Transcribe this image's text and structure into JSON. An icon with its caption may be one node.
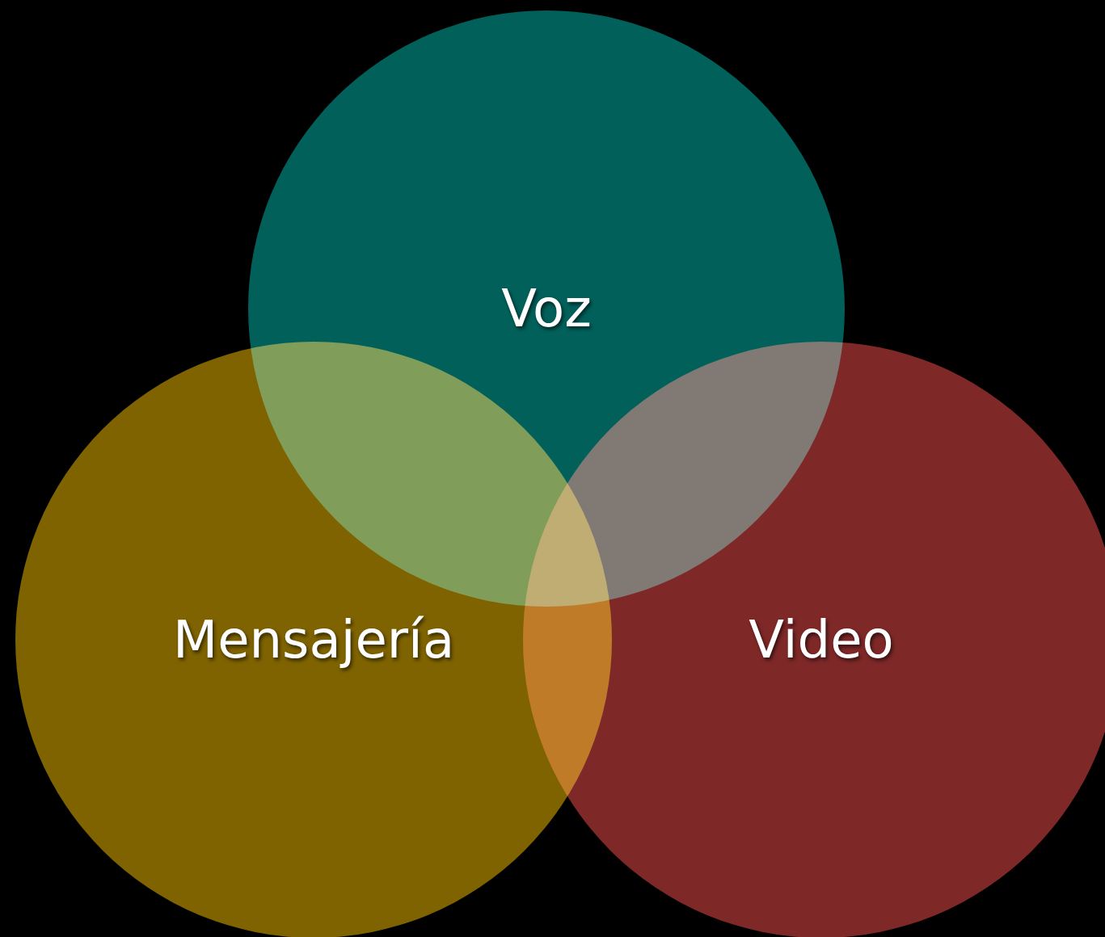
{
  "diagram": {
    "nodes": [
      {
        "text": [
          "Voz"
        ]
      },
      {
        "text": [
          "Mensajería"
        ]
      },
      {
        "text": [
          "Video"
        ]
      }
    ]
  }
}
